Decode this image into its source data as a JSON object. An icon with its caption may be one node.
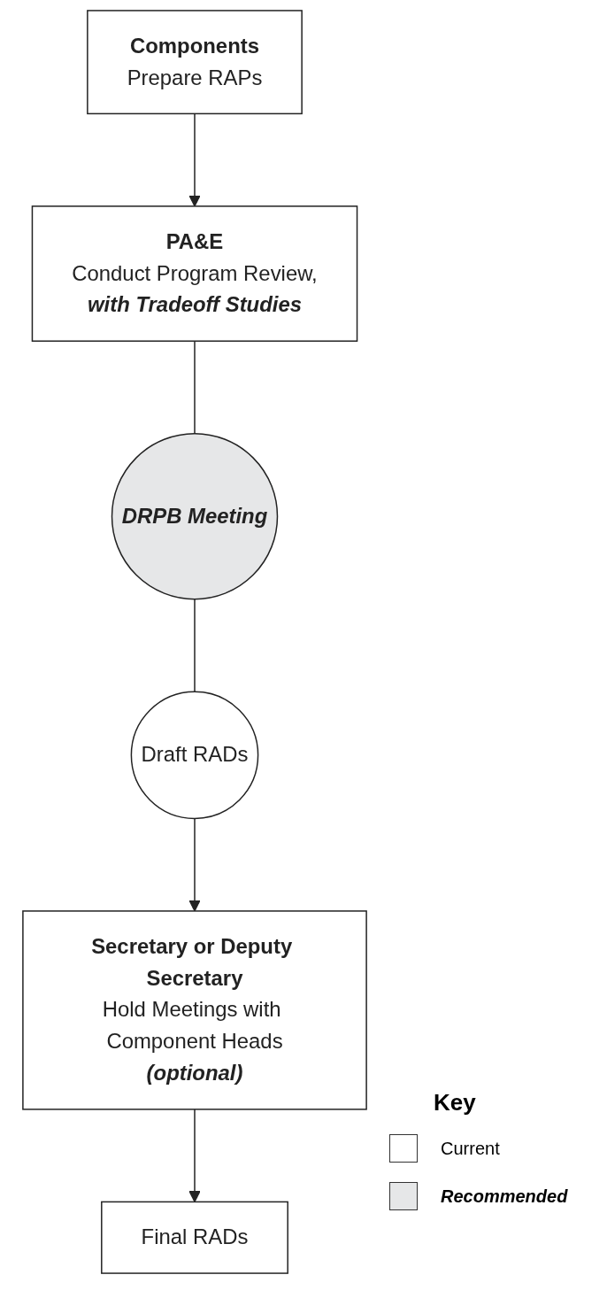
{
  "diagram": {
    "nodes": [
      {
        "text": [
          "Components",
          "Prepare RAPs"
        ]
      },
      {
        "text": [
          "PA&E",
          "Conduct Program Review,",
          "with Tradeoff Studies"
        ]
      },
      {
        "text": [
          "DRPB Meeting"
        ]
      },
      {
        "text": [
          "Draft RADs"
        ]
      },
      {
        "text": [
          "Secretary or Deputy Secretary",
          "Hold Meetings with Component Heads",
          "(optional)"
        ]
      },
      {
        "text": [
          "Final RADs"
        ]
      }
    ],
    "edges": [
      {
        "from": 0,
        "to": 1,
        "arrow": "to"
      },
      {
        "from": 1,
        "to": 2,
        "arrow": "none"
      },
      {
        "from": 2,
        "to": 3,
        "arrow": "none"
      },
      {
        "from": 3,
        "to": 4,
        "arrow": "to"
      },
      {
        "from": 4,
        "to": 5,
        "arrow": "to"
      }
    ],
    "labels": [
      "Key"
    ],
    "legend": [
      {
        "text": "Current",
        "color": "#ffffff"
      },
      {
        "text": "Recommended",
        "color": "#e6e7e8"
      }
    ]
  }
}
